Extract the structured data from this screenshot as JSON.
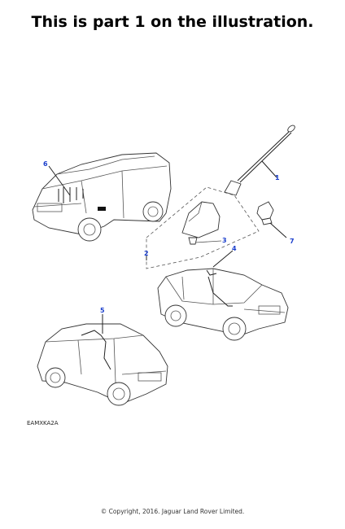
{
  "heading": "This is part 1 on the illustration.",
  "diagram": {
    "callouts": [
      "1",
      "2",
      "3",
      "4",
      "5",
      "6",
      "7"
    ],
    "reference_code": "EAMXKA2A",
    "link_color": "#1a3ecc"
  },
  "footer": {
    "copyright": "© Copyright, 2016. Jaguar Land Rover Limited."
  }
}
